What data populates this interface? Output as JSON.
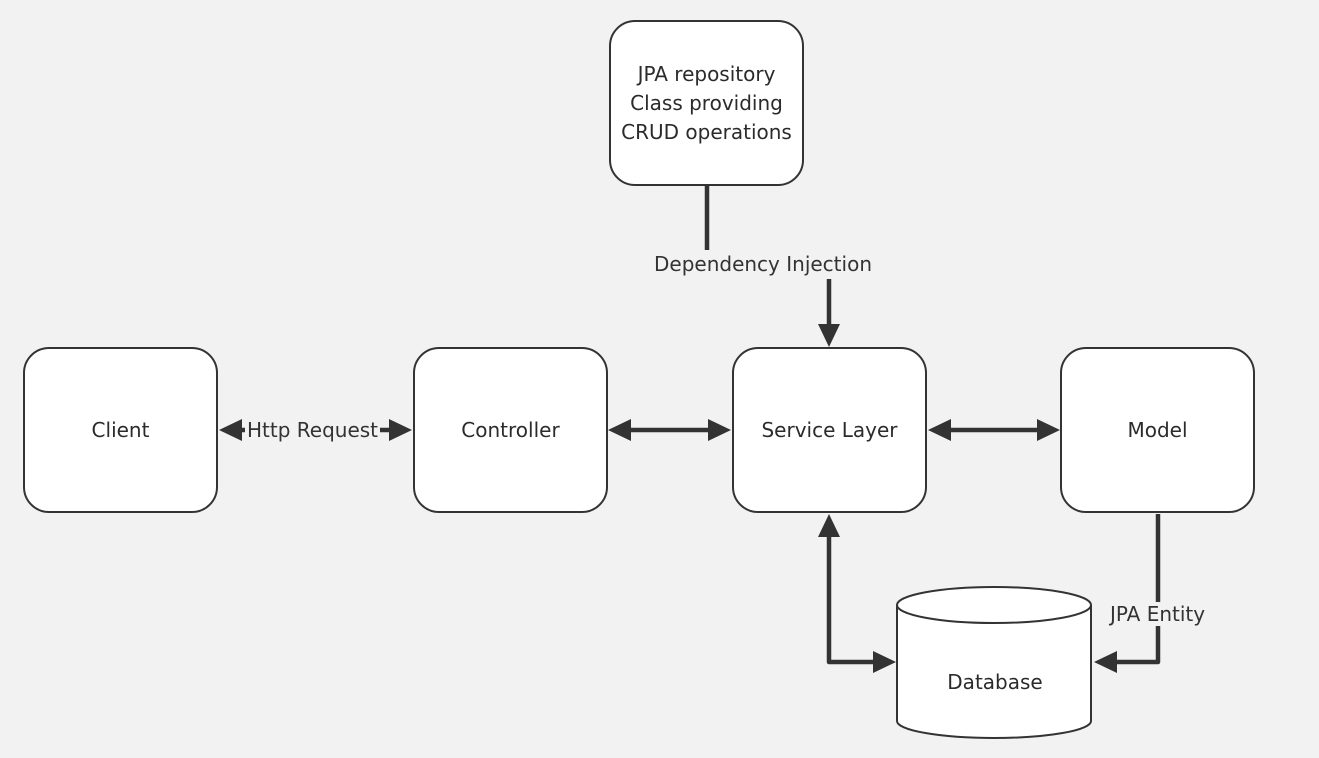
{
  "colors": {
    "background": "#f2f2f2",
    "node_fill": "#ffffff",
    "stroke": "#333333",
    "text": "#2b2b2b"
  },
  "nodes": {
    "jpa_repository": {
      "lines": [
        "JPA repository",
        "Class providing",
        "CRUD operations"
      ]
    },
    "client": {
      "label": "Client"
    },
    "controller": {
      "label": "Controller"
    },
    "service_layer": {
      "label": "Service Layer"
    },
    "model": {
      "label": "Model"
    },
    "database": {
      "label": "Database"
    }
  },
  "edges": {
    "client_controller": {
      "label": "Http Request",
      "direction": "both"
    },
    "controller_service": {
      "label": "",
      "direction": "both"
    },
    "service_model": {
      "label": "",
      "direction": "both"
    },
    "repository_service": {
      "label": "Dependency Injection",
      "direction": "to-service"
    },
    "service_database": {
      "label": "",
      "direction": "both"
    },
    "model_database": {
      "label": "JPA Entity",
      "direction": "to-database"
    }
  }
}
